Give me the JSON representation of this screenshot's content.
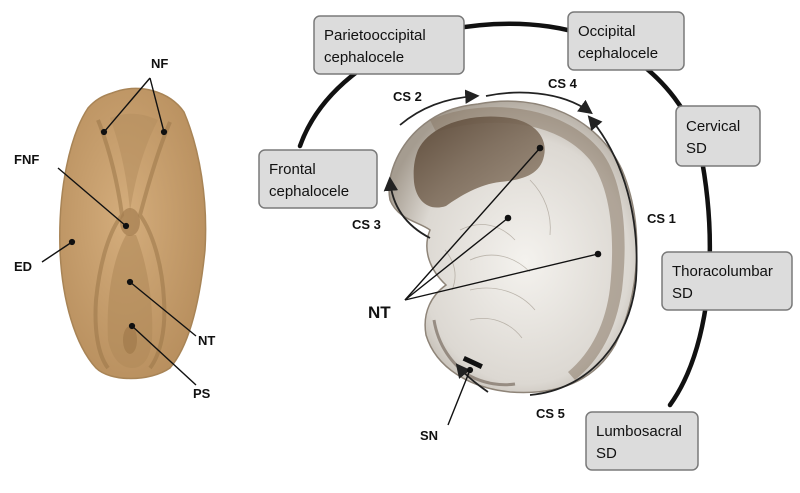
{
  "plate_labels": {
    "nf": "NF",
    "fnf": "FNF",
    "ed": "ED",
    "nt": "NT",
    "ps": "PS"
  },
  "embryo_labels": {
    "nt": "NT",
    "sn": "SN"
  },
  "closure_sites": {
    "cs1": "CS 1",
    "cs2": "CS 2",
    "cs3": "CS 3",
    "cs4": "CS 4",
    "cs5": "CS 5"
  },
  "defect_boxes": {
    "parietooccipital": [
      "Parietooccipital",
      "cephalocele"
    ],
    "occipital": [
      "Occipital",
      "cephalocele"
    ],
    "frontal": [
      "Frontal",
      "cephalocele"
    ],
    "cervical": [
      "Cervical",
      "SD"
    ],
    "thoracolumbar": [
      "Thoracolumbar",
      "SD"
    ],
    "lumbosacral": [
      "Lumbosacral",
      "SD"
    ]
  },
  "colors": {
    "plate": "#c9a272",
    "plate_shadow": "#a88456",
    "box_fill": "#dcdcdc",
    "box_stroke": "#7a7a7a",
    "arc": "#111111",
    "embryo_dark": "#6e5a48"
  }
}
